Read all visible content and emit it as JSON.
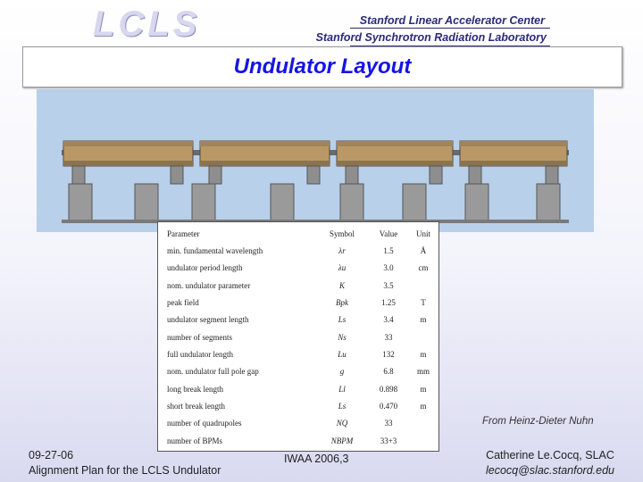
{
  "header": {
    "logo_text": "LCLS",
    "lab_line1": "Stanford Linear Accelerator Center",
    "lab_line2": "Stanford Synchrotron Radiation Laboratory"
  },
  "slide": {
    "title": "Undulator Layout"
  },
  "table": {
    "headers": {
      "param": "Parameter",
      "symbol": "Symbol",
      "value": "Value",
      "unit": "Unit"
    },
    "rows": [
      {
        "param": "min. fundamental wavelength",
        "symbol": "λr",
        "value": "1.5",
        "unit": "Å"
      },
      {
        "param": "undulator period length",
        "symbol": "λu",
        "value": "3.0",
        "unit": "cm"
      },
      {
        "param": "nom. undulator parameter",
        "symbol": "K",
        "value": "3.5",
        "unit": ""
      },
      {
        "param": "peak field",
        "symbol": "Bpk",
        "value": "1.25",
        "unit": "T"
      },
      {
        "param": "undulator segment length",
        "symbol": "Ls",
        "value": "3.4",
        "unit": "m"
      },
      {
        "param": "number of segments",
        "symbol": "Ns",
        "value": "33",
        "unit": ""
      },
      {
        "param": "full undulator length",
        "symbol": "Lu",
        "value": "132",
        "unit": "m"
      },
      {
        "param": "nom. undulator full pole gap",
        "symbol": "g",
        "value": "6.8",
        "unit": "mm"
      },
      {
        "param": "long break length",
        "symbol": "Ll",
        "value": "0.898",
        "unit": "m"
      },
      {
        "param": "short break length",
        "symbol": "Ls",
        "value": "0.470",
        "unit": "m"
      },
      {
        "param": "number of quadrupoles",
        "symbol": "NQ",
        "value": "33",
        "unit": ""
      },
      {
        "param": "number of BPMs",
        "symbol": "NBPM",
        "value": "33+3",
        "unit": ""
      }
    ]
  },
  "caption": "From Heinz-Dieter Nuhn",
  "footer": {
    "date": "09-27-06",
    "subtitle": "Alignment Plan for the LCLS Undulator",
    "event": "IWAA 2006,3",
    "author": "Catherine Le.Cocq, SLAC",
    "email": "lecocq@slac.stanford.edu"
  }
}
